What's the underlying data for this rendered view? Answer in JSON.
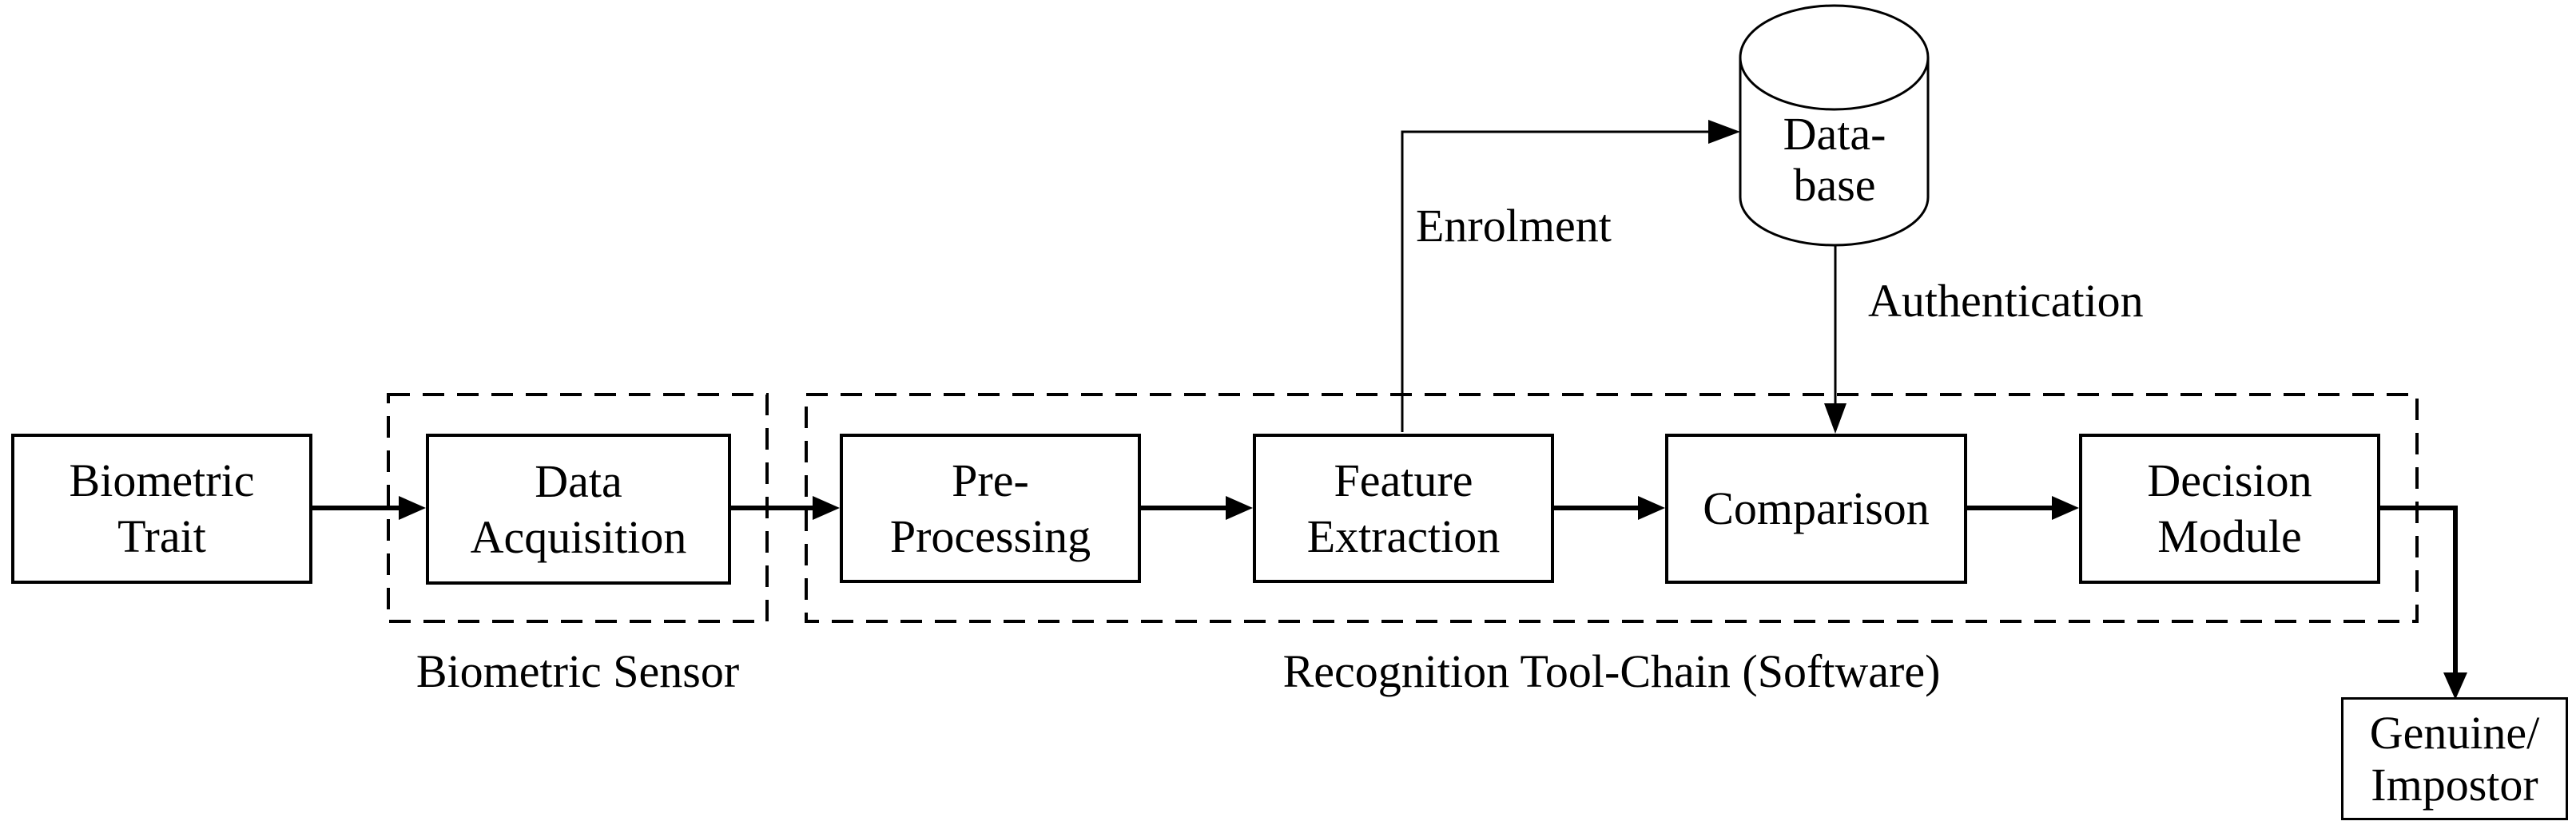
{
  "title": "Biometric recognition pipeline diagram",
  "colors": {
    "background": "#ffffff",
    "line": "#000000",
    "text": "#000000"
  },
  "boxes": {
    "biometric_trait": {
      "line1": "Biometric",
      "line2": "Trait"
    },
    "data_acquisition": {
      "line1": "Data",
      "line2": "Acquisition"
    },
    "pre_processing": {
      "line1": "Pre-",
      "line2": "Processing"
    },
    "feature_extraction": {
      "line1": "Feature",
      "line2": "Extraction"
    },
    "comparison": {
      "line1": "Comparison",
      "line2": ""
    },
    "decision_module": {
      "line1": "Decision",
      "line2": "Module"
    },
    "genuine_impostor": {
      "line1": "Genuine/",
      "line2": "Impostor"
    }
  },
  "database": {
    "line1": "Data-",
    "line2": "base"
  },
  "group_labels": {
    "biometric_sensor": "Biometric Sensor",
    "recognition_toolchain": "Recognition Tool-Chain (Software)"
  },
  "edge_labels": {
    "enrolment": "Enrolment",
    "authentication": "Authentication"
  }
}
